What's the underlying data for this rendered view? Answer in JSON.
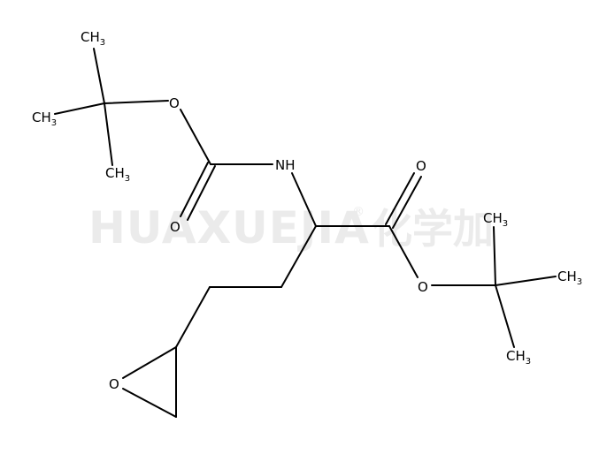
{
  "watermark": {
    "brand": "HUAXUEJIA",
    "registered": "®",
    "chinese": "化学加"
  },
  "atoms": {
    "ch3_boc_top": {
      "main": "CH",
      "sub": "3"
    },
    "ch3_boc_left": {
      "main": "CH",
      "sub": "3"
    },
    "ch3_boc_bottom": {
      "main": "CH",
      "sub": "3"
    },
    "o_boc_ether": "O",
    "o_boc_carbonyl": "O",
    "nh": "NH",
    "o_ester_carbonyl": "O",
    "o_ester_ether": "O",
    "ch3_ester_top": {
      "main": "CH",
      "sub": "3"
    },
    "ch3_ester_right": {
      "main": "CH",
      "sub": "3"
    },
    "ch3_ester_bottom": {
      "main": "CH",
      "sub": "3"
    },
    "o_epoxide": "O"
  }
}
